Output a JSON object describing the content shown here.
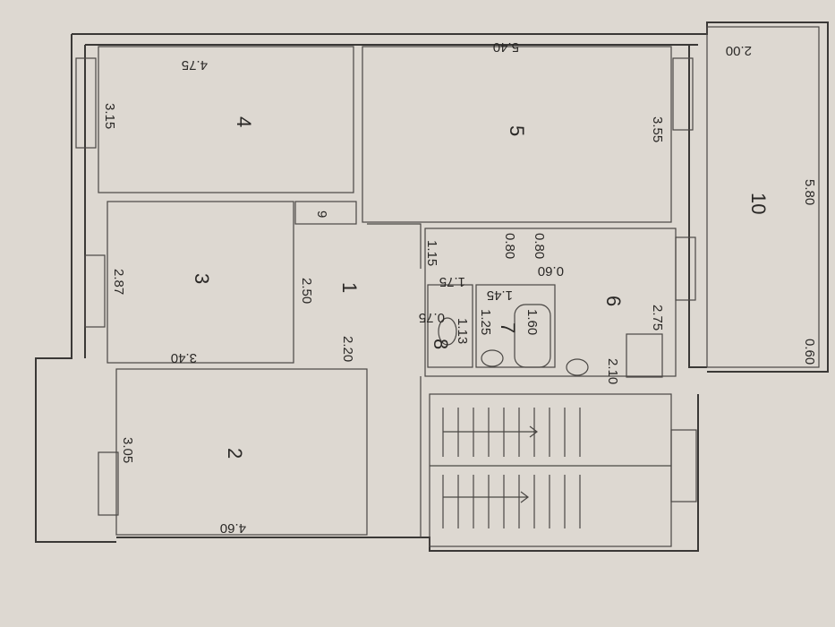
{
  "rooms": {
    "r1": {
      "number": "1",
      "dim_a": "2.50",
      "dim_b": "2.20"
    },
    "r2": {
      "number": "2",
      "dim_a": "3.05",
      "dim_b": "4.60"
    },
    "r3": {
      "number": "3",
      "dim_a": "2.87",
      "dim_b": "3.40"
    },
    "r4": {
      "number": "4",
      "dim_a": "3.15",
      "dim_b": "4.75"
    },
    "r5": {
      "number": "5",
      "dim_a": "3.55",
      "dim_b": "5.40"
    },
    "r6": {
      "number": "6",
      "dim_a": "2.75",
      "dim_b": "2.10"
    },
    "r7": {
      "number": "7",
      "dim_a": "1.25",
      "dim_b": "1.45",
      "bath": "1.60"
    },
    "r8": {
      "number": "8",
      "dim_a": "0.75",
      "dim_b": "1.13"
    },
    "r9": {
      "number": "9"
    },
    "r10": {
      "number": "10",
      "dim_a": "5.80",
      "dim_b": "2.00",
      "dim_c": "0.60"
    }
  },
  "hall_dims": {
    "a": "1.15",
    "b": "1.75",
    "c": "0.80",
    "d": "0.80",
    "e": "0.60"
  }
}
